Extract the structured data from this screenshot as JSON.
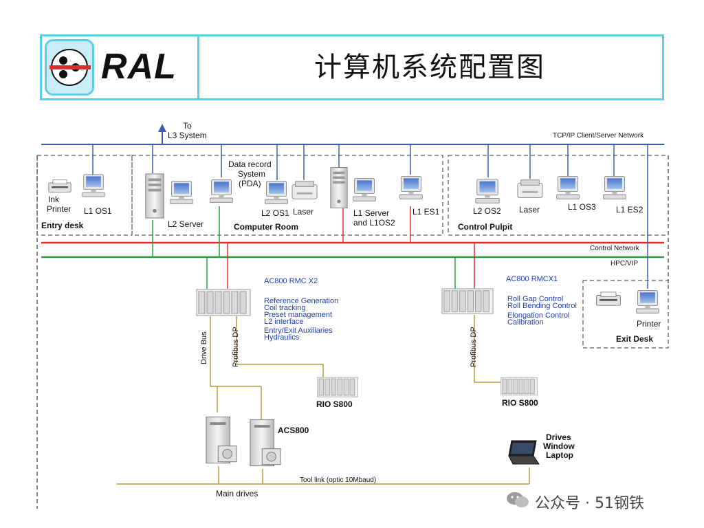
{
  "header": {
    "logo_text": "RAL",
    "title": "计算机系统配置图"
  },
  "diagram": {
    "to_l3": "To",
    "to_l3_b": "L3 System",
    "tcpip_label": "TCP/IP Client/Server Network",
    "control_network_label": "Control Network",
    "hpc_vip_label": "HPC/VIP",
    "entry": {
      "ink": "Ink",
      "printer": "Printer",
      "l1os1": "L1 OS1",
      "title": "Entry desk"
    },
    "computer_room": {
      "data_record_1": "Data record",
      "data_record_2": "System",
      "data_record_3": "(PDA)",
      "l2server": "L2 Server",
      "l2os1": "L2 OS1",
      "laser": "Laser",
      "l1server_1": "L1 Server",
      "l1server_2": "and L1OS2",
      "l1es1": "L1 ES1",
      "title": "Computer  Room"
    },
    "pulpit": {
      "l2os2": "L2 OS2",
      "laser": "Laser",
      "l1os3": "L1 OS3",
      "l1es2": "L1 ES2",
      "title": "Control Pulpit"
    },
    "rmc_left": {
      "title": "AC800 RMC X2",
      "items": [
        "Reference Generation",
        "Coil tracking",
        "Preset management",
        "L2 interface",
        "Entry/Exit Auxiliaries",
        "Hydraulics"
      ]
    },
    "rmc_right": {
      "title": "AC800 RMCX1",
      "items": [
        "Roll Gap Control",
        "Roll Bending Control",
        "Elongation Control",
        "Calibration"
      ]
    },
    "exit_desk": {
      "printer": "Printer",
      "title": "Exit Desk"
    },
    "drive_bus": "Drive Bus",
    "profibus_dp_left": "Profibus DP",
    "profibus_dp_right": "Profibus DP",
    "rio_left": "RIO S800",
    "rio_right": "RIO S800",
    "acs800": "ACS800",
    "drives_laptop_1": "Drives",
    "drives_laptop_2": "Window",
    "drives_laptop_3": "Laptop",
    "tool_link": "Tool link (optic 10Mbaud)",
    "main_drives": "Main drives"
  },
  "watermark": {
    "text": "公众号 · 51钢铁"
  },
  "colors": {
    "header_border": "#5ecde8",
    "tcpip_line": "#3b5bb5",
    "control_network": "#d9302f",
    "hpc_vip": "#2a9d3a",
    "bus_line": "#b99a3a",
    "blue_text": "#1f3fae"
  }
}
